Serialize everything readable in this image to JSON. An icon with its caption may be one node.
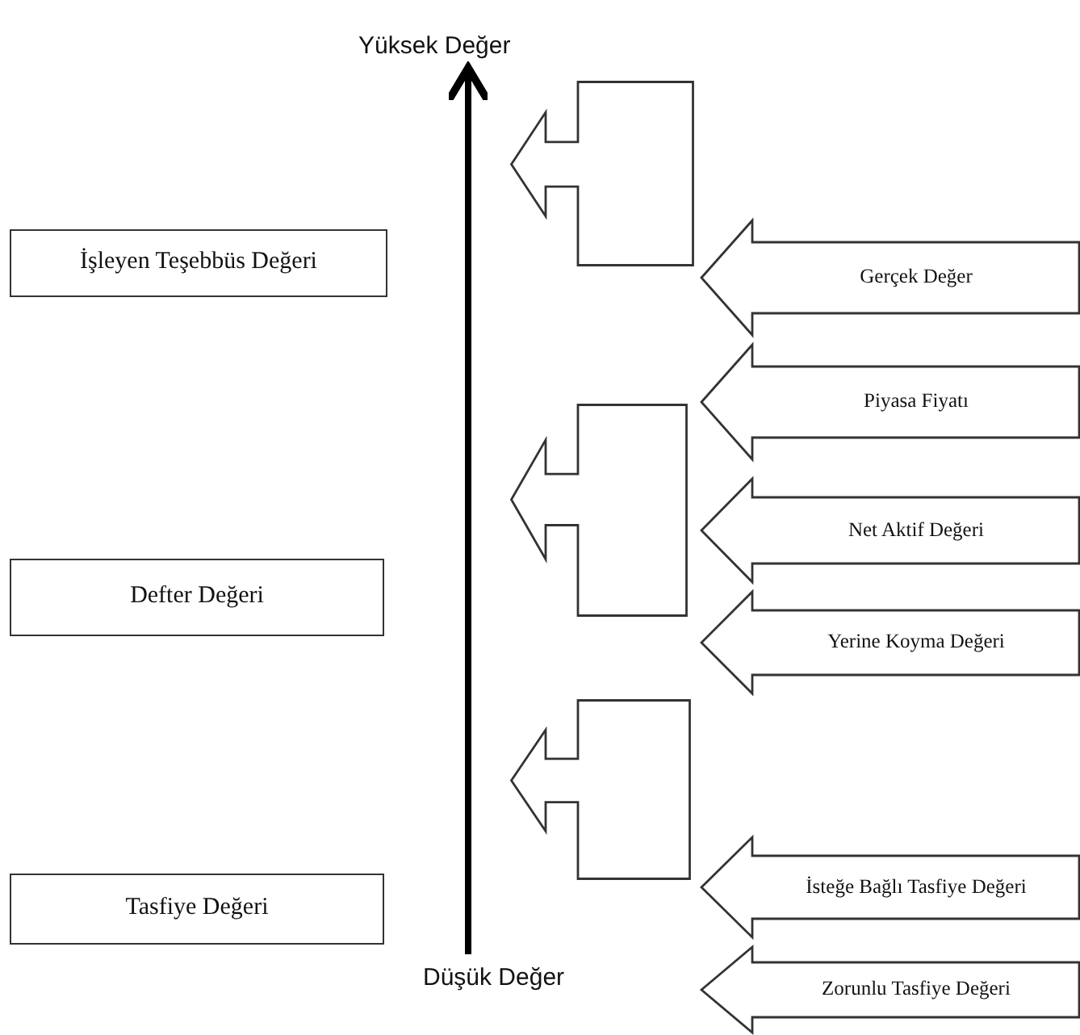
{
  "diagram": {
    "nodes": [
      {
        "text": [
          "Yüksek Değer"
        ]
      },
      {
        "text": [],
        "shape": "arrow"
      },
      {
        "text": [
          "Gerçek Değer"
        ]
      },
      {
        "text": [
          "İşleyen Teşebbüs Değeri"
        ]
      },
      {
        "text": [
          "Piyasa Fiyatı"
        ]
      },
      {
        "text": [],
        "shape": "arrow"
      },
      {
        "text": [
          "Net Aktif Değeri"
        ]
      },
      {
        "text": [
          "Defter Değeri"
        ]
      },
      {
        "text": [
          "Yerine Koyma Değeri"
        ]
      },
      {
        "text": [],
        "shape": "arrow"
      },
      {
        "text": [
          "İsteğe Bağlı Tasfiye Değeri"
        ]
      },
      {
        "text": [
          "Tasfiye Değeri"
        ]
      },
      {
        "text": [
          "Zorunlu Tasfiye Değeri"
        ]
      },
      {
        "text": [
          "Düşük Değer"
        ]
      }
    ],
    "edges": [
      {
        "from": 13,
        "to": 0,
        "arrow": "to"
      }
    ]
  }
}
